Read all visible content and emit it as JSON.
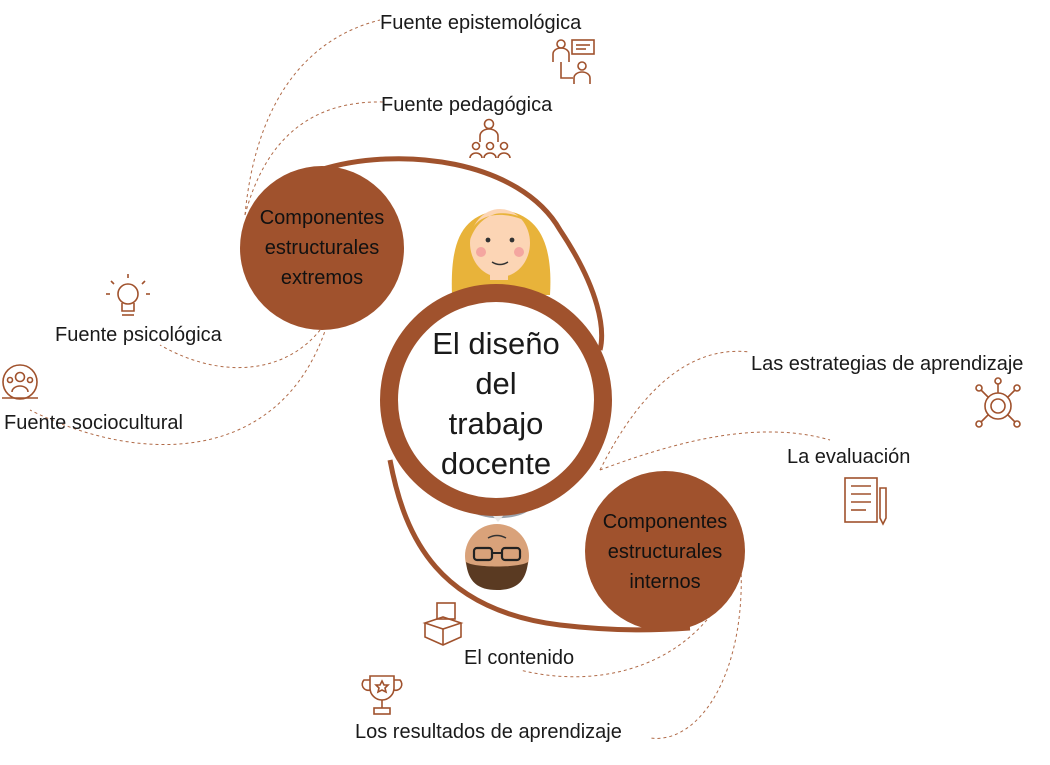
{
  "colors": {
    "brown": "#a0522d",
    "dashed": "#b06a47",
    "skin": "#fcd5b5",
    "hair": "#e8b33a",
    "shirt": "#e07a4f",
    "beard": "#5a3a22",
    "grey_shirt": "#9aa3ad"
  },
  "center": {
    "lines": [
      "El diseño",
      "del",
      "trabajo",
      "docente"
    ]
  },
  "components": {
    "extremos": {
      "lines": [
        "Componentes",
        "estructurales",
        "extremos"
      ]
    },
    "internos": {
      "lines": [
        "Componentes",
        "estructurales",
        "internos"
      ]
    }
  },
  "labels": {
    "epistemologica": "Fuente epistemológica",
    "pedagogica": "Fuente pedagógica",
    "psicologica": "Fuente psicológica",
    "sociocultural": "Fuente sociocultural",
    "estrategias": "Las estrategias de aprendizaje",
    "evaluacion": "La evaluación",
    "contenido": "El contenido",
    "resultados": "Los resultados de aprendizaje"
  },
  "icons": {
    "epistemologica": "conversation-icon",
    "pedagogica": "teacher-group-icon",
    "psicologica": "lightbulb-icon",
    "sociocultural": "community-icon",
    "estrategias": "network-hub-icon",
    "evaluacion": "checklist-icon",
    "contenido": "boxes-icon",
    "resultados": "trophy-icon"
  }
}
